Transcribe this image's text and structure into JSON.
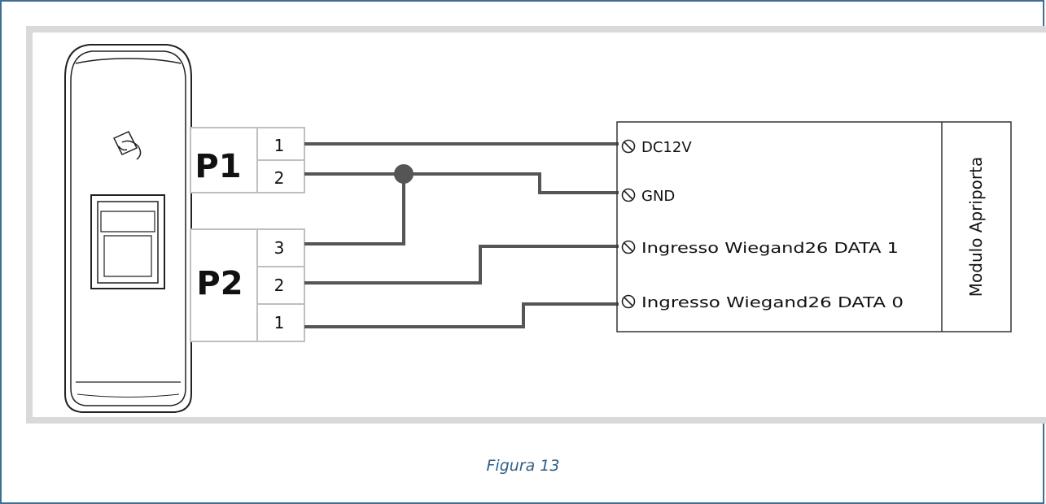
{
  "connectors": [
    {
      "label": "P1",
      "pins": [
        "1",
        "2"
      ]
    },
    {
      "label": "P2",
      "pins": [
        "3",
        "2",
        "1"
      ]
    }
  ],
  "module": {
    "title": "Modulo Apriporta",
    "terminals": [
      "DC12V",
      "GND",
      "Ingresso Wiegand26 DATA 1",
      "Ingresso Wiegand26 DATA 0"
    ]
  },
  "caption": "Figura 13",
  "colors": {
    "wire": "#555555",
    "line": "#333333",
    "frame": "#3f6e94",
    "caption": "#2f5e86",
    "panel_border": "#d9d9d9",
    "box_border": "#bfbfbf"
  }
}
